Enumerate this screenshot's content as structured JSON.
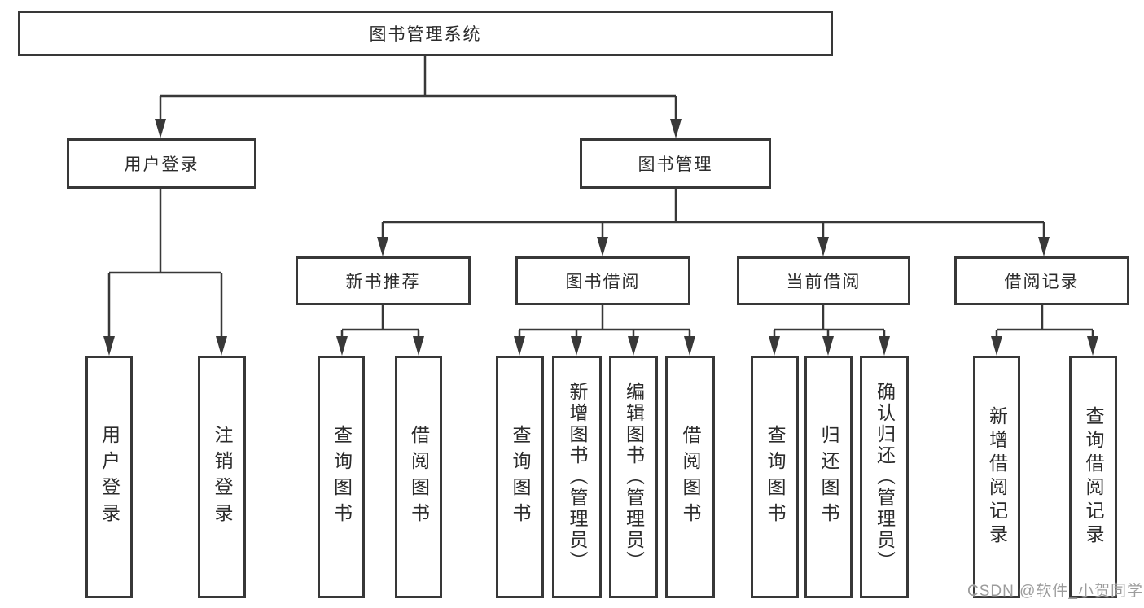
{
  "page": {
    "background": "#ffffff"
  },
  "colors": {
    "line": "#383838",
    "box_border": "#383838",
    "box_fill": "#ffffff",
    "text": "#2b2b2b",
    "watermark_text": "#9c9c9c"
  },
  "nodes": {
    "root": {
      "label": "图书管理系统"
    },
    "level2": [
      {
        "label": "用户登录"
      },
      {
        "label": "图书管理"
      }
    ],
    "level3": [
      {
        "label": "新书推荐"
      },
      {
        "label": "图书借阅"
      },
      {
        "label": "当前借阅"
      },
      {
        "label": "借阅记录"
      }
    ],
    "level4": [
      {
        "label": "用户登录"
      },
      {
        "label": "注销登录"
      },
      {
        "label": "查询图书"
      },
      {
        "label": "借阅图书"
      },
      {
        "label": "查询图书"
      },
      {
        "label": "新增图书（管理员）"
      },
      {
        "label": "编辑图书（管理员）"
      },
      {
        "label": "借阅图书"
      },
      {
        "label": "查询图书"
      },
      {
        "label": "归还图书"
      },
      {
        "label": "确认归还（管理员）"
      },
      {
        "label": "新增借阅记录"
      },
      {
        "label": "查询借阅记录"
      }
    ]
  },
  "hierarchy": {
    "图书管理系统": {
      "用户登录": [
        "用户登录",
        "注销登录"
      ],
      "图书管理": {
        "新书推荐": [
          "查询图书",
          "借阅图书"
        ],
        "图书借阅": [
          "查询图书",
          "新增图书（管理员）",
          "编辑图书（管理员）",
          "借阅图书"
        ],
        "当前借阅": [
          "查询图书",
          "归还图书",
          "确认归还（管理员）"
        ],
        "借阅记录": [
          "新增借阅记录",
          "查询借阅记录"
        ]
      }
    }
  },
  "watermark": {
    "text": "CSDN @软件_小贺同学"
  }
}
